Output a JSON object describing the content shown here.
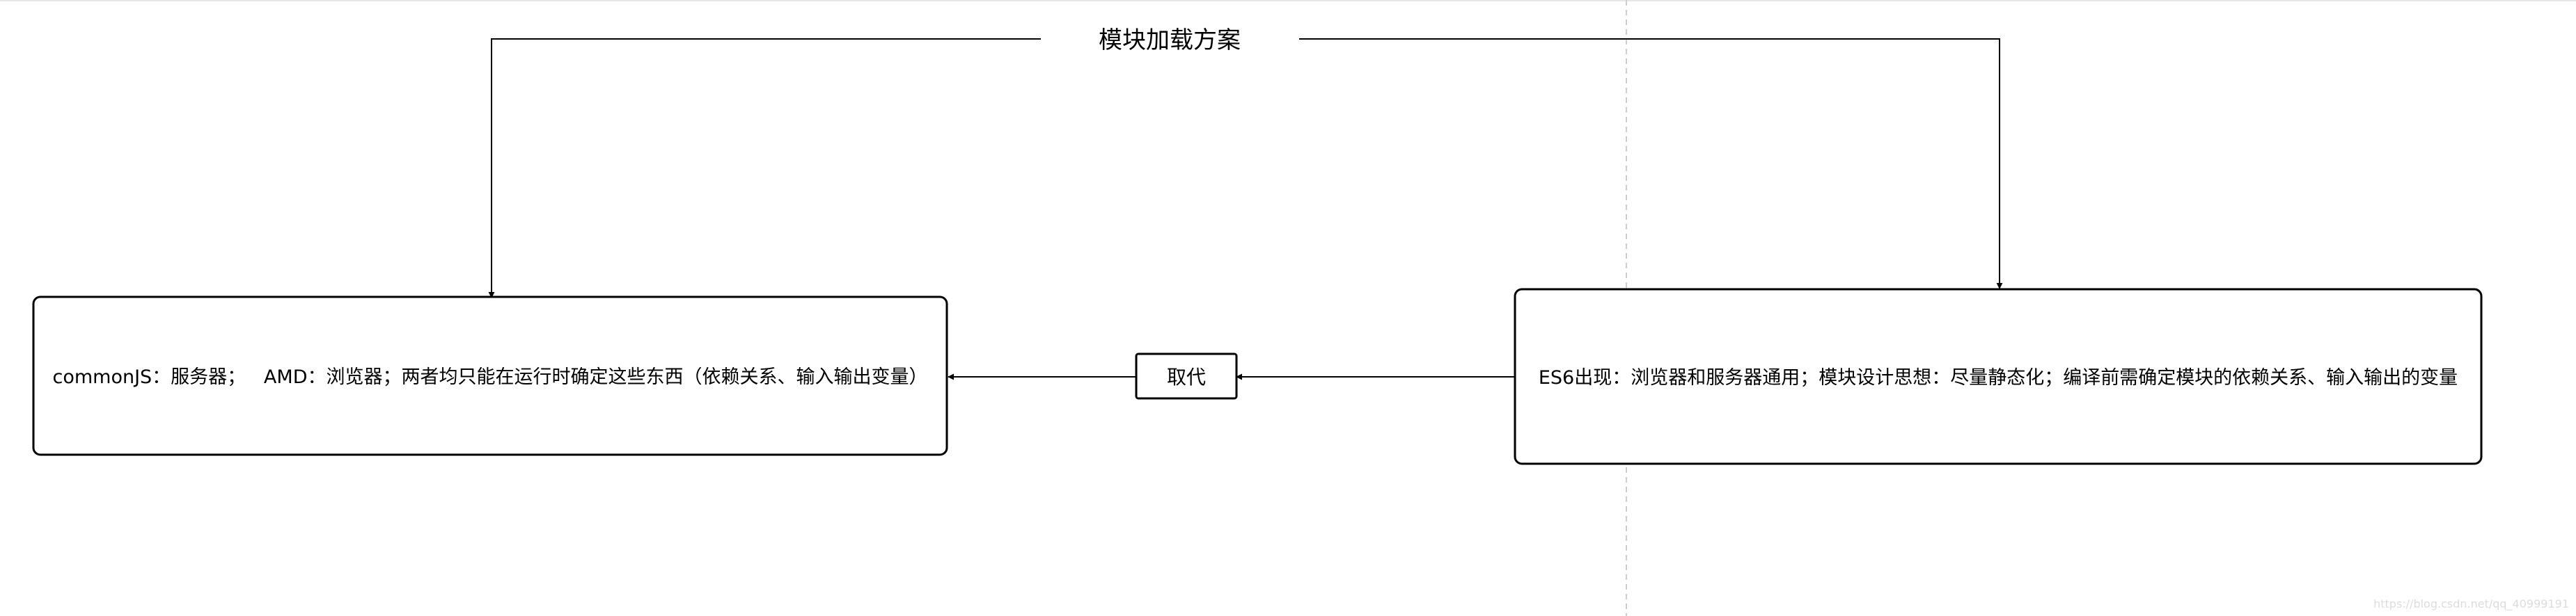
{
  "diagram": {
    "title": "模块加载方案",
    "left_box": {
      "text": "commonJS：服务器；   AMD：浏览器；两者均只能在运行时确定这些东西（依赖关系、输入输出变量）"
    },
    "right_box": {
      "text": "ES6出现：浏览器和服务器通用；模块设计思想：尽量静态化；编译前需确定模块的依赖关系、输入输出的变量"
    },
    "middle_label": {
      "text": "取代"
    },
    "watermark": "https://blog.csdn.net/qq_40999191"
  }
}
